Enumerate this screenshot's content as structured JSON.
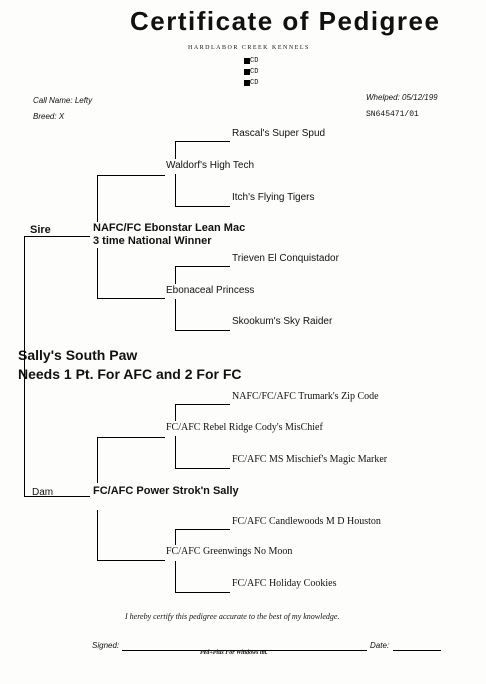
{
  "title": "Certificate of Pedigree",
  "kennel_name": "HARDLABOR CREEK KENNELS",
  "logo_text": [
    "CD",
    "CD",
    "CD"
  ],
  "call_name_label": "Call Name:",
  "call_name": "Lefty",
  "breed_label": "Breed:",
  "breed": "X",
  "whelped_label": "Whelped:",
  "whelped": "05/12/199",
  "registration": "SN645471/01",
  "dog_name": "Sally's South Paw",
  "dog_note": "Needs 1 Pt. For AFC and 2 For FC",
  "sire_label": "Sire",
  "dam_label": "Dam",
  "sire": {
    "name": "NAFC/FC Ebonstar Lean Mac",
    "note": "3 time National Winner",
    "sire": {
      "name": "Waldorf's High Tech",
      "sire": "Rascal's Super Spud",
      "dam": "Itch's Flying Tigers"
    },
    "dam": {
      "name": "Ebonaceal Princess",
      "sire": "Trieven El Conquistador",
      "dam": "Skookum's Sky Raider"
    }
  },
  "dam": {
    "name": "FC/AFC Power Strok'n Sally",
    "sire": {
      "name": "FC/AFC Rebel Ridge Cody's MisChief",
      "sire": "NAFC/FC/AFC Trumark's Zip Code",
      "dam": "FC/AFC MS Mischief's Magic Marker"
    },
    "dam": {
      "name": "FC/AFC Greenwings No Moon",
      "sire": "FC/AFC Candlewoods M D Houston",
      "dam": "FC/AFC Holiday Cookies"
    }
  },
  "certify_text": "I hereby certify this pedigree accurate to the best of my knowledge.",
  "signed_label": "Signed:",
  "date_label": "Date:",
  "program_text": "Ped+Plus For Windows tm."
}
